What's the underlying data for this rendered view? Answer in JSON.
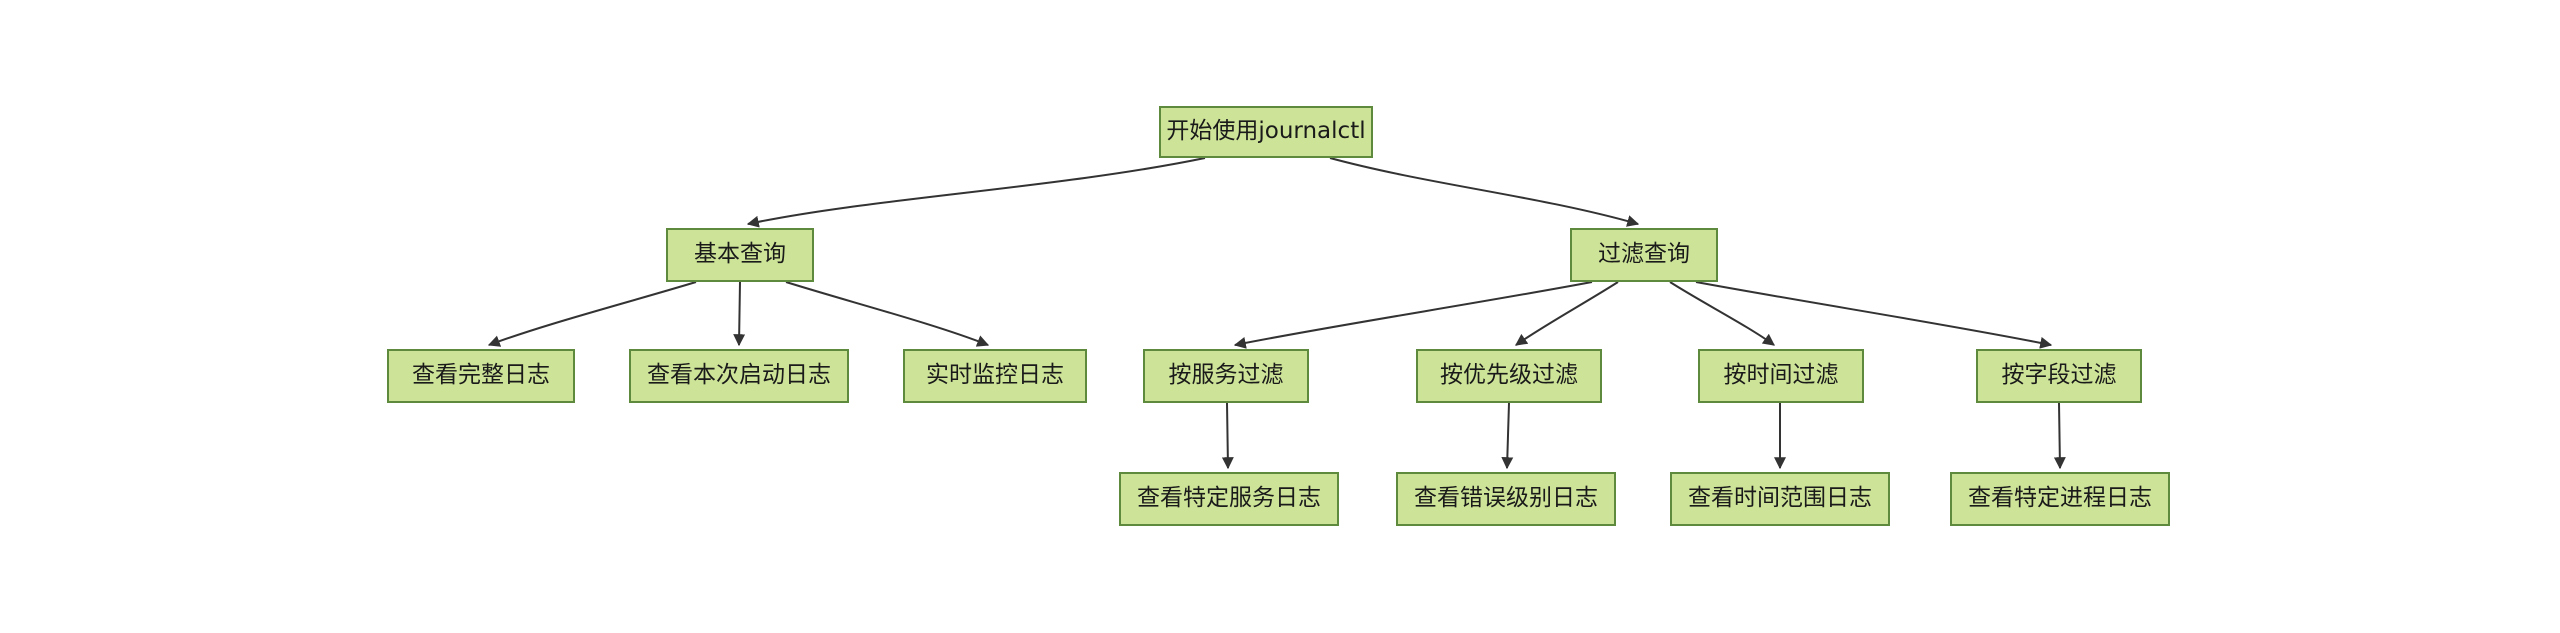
{
  "diagram": {
    "type": "flowchart",
    "direction": "top-down",
    "colors": {
      "background": "#ffffff",
      "node_fill": "#cde498",
      "node_border": "#5d8a3c",
      "edge": "#333333",
      "text": "#1a1a1a"
    },
    "nodes": {
      "root": {
        "label": "开始使用journalctl"
      },
      "basic": {
        "label": "基本查询"
      },
      "filter": {
        "label": "过滤查询"
      },
      "full_log": {
        "label": "查看完整日志"
      },
      "boot_log": {
        "label": "查看本次启动日志"
      },
      "follow_log": {
        "label": "实时监控日志"
      },
      "by_service": {
        "label": "按服务过滤"
      },
      "by_priority": {
        "label": "按优先级过滤"
      },
      "by_time": {
        "label": "按时间过滤"
      },
      "by_field": {
        "label": "按字段过滤"
      },
      "service_log": {
        "label": "查看特定服务日志"
      },
      "error_log": {
        "label": "查看错误级别日志"
      },
      "time_log": {
        "label": "查看时间范围日志"
      },
      "process_log": {
        "label": "查看特定进程日志"
      }
    },
    "edges": [
      {
        "from": "root",
        "to": "basic"
      },
      {
        "from": "root",
        "to": "filter"
      },
      {
        "from": "basic",
        "to": "full_log"
      },
      {
        "from": "basic",
        "to": "boot_log"
      },
      {
        "from": "basic",
        "to": "follow_log"
      },
      {
        "from": "filter",
        "to": "by_service"
      },
      {
        "from": "filter",
        "to": "by_priority"
      },
      {
        "from": "filter",
        "to": "by_time"
      },
      {
        "from": "filter",
        "to": "by_field"
      },
      {
        "from": "by_service",
        "to": "service_log"
      },
      {
        "from": "by_priority",
        "to": "error_log"
      },
      {
        "from": "by_time",
        "to": "time_log"
      },
      {
        "from": "by_field",
        "to": "process_log"
      }
    ]
  }
}
